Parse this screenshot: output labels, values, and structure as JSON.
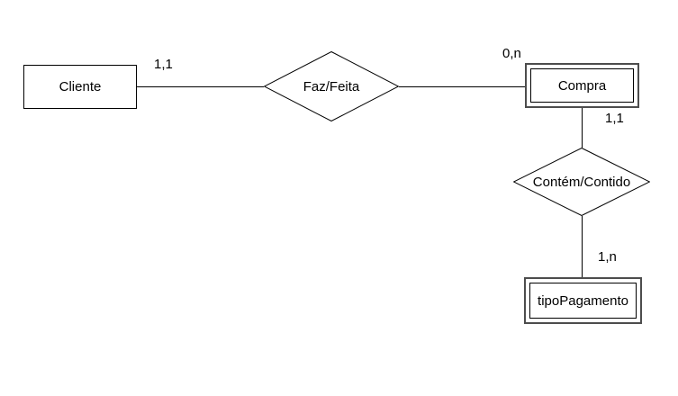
{
  "diagram": {
    "type": "entity-relationship",
    "background_color": "#ffffff",
    "stroke_color": "#000000",
    "double_frame_color": "#4d4d4d",
    "entities": [
      {
        "id": "cliente",
        "label": "Cliente",
        "frame": "single"
      },
      {
        "id": "compra",
        "label": "Compra",
        "frame": "double"
      },
      {
        "id": "tipoPagamento",
        "label": "tipoPagamento",
        "frame": "double"
      }
    ],
    "relationships": [
      {
        "id": "faz-feita",
        "label": "Faz/Feita"
      },
      {
        "id": "contem-contido",
        "label": "Contém/Contido"
      }
    ],
    "cardinalities": [
      {
        "id": "cliente-fazfeita",
        "label": "1,1"
      },
      {
        "id": "fazfeita-compra",
        "label": "0,n"
      },
      {
        "id": "compra-contem",
        "label": "1,1"
      },
      {
        "id": "contem-tipo",
        "label": "1,n"
      }
    ]
  }
}
